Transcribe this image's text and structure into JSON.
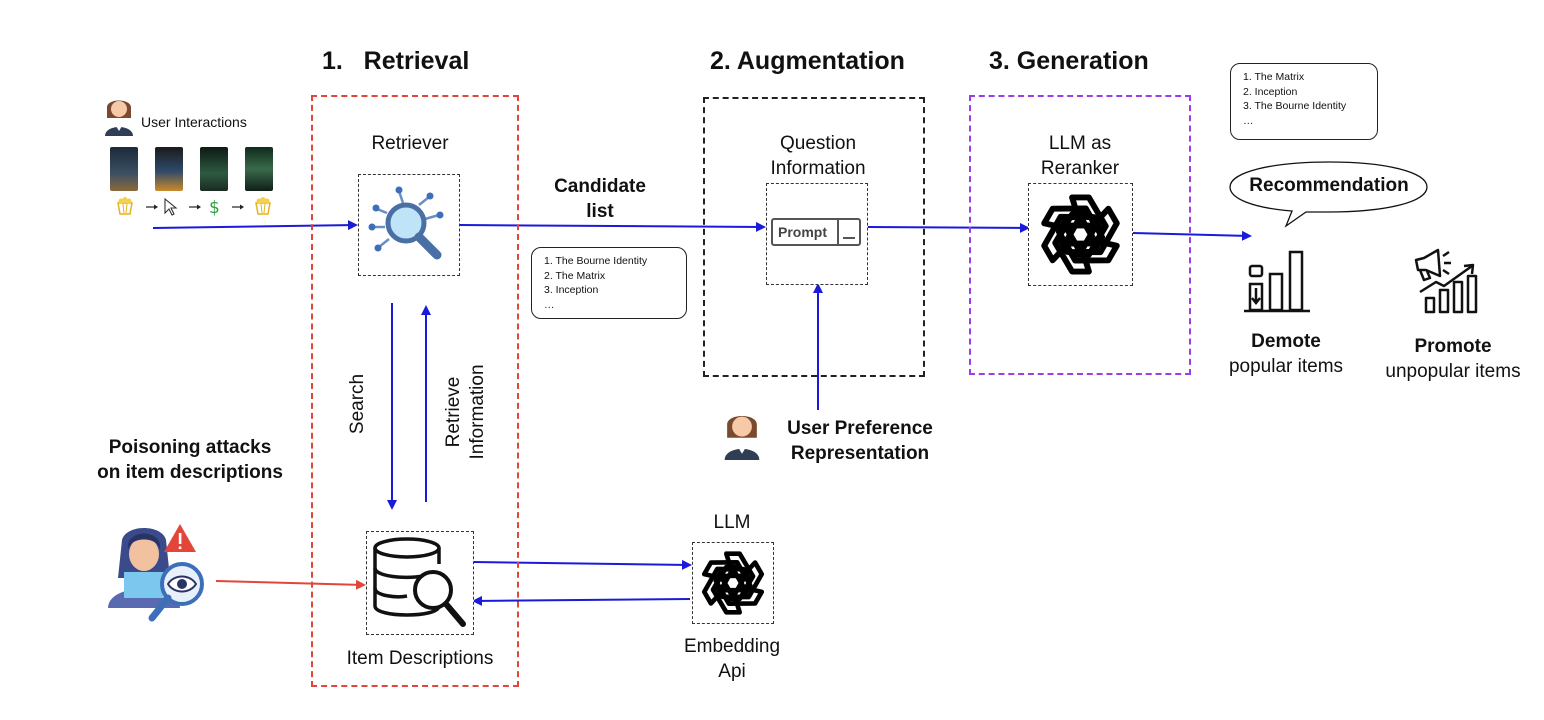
{
  "stages": {
    "retrieval": "1.   Retrieval",
    "augmentation": "2. Augmentation",
    "generation": "3. Generation"
  },
  "user_interactions": "User Interactions",
  "retriever": "Retriever",
  "candidate_list": {
    "line1": "Candidate",
    "line2": "list"
  },
  "candidate_note": [
    "1. The Bourne Identity",
    "2. The Matrix",
    "3. Inception",
    "…"
  ],
  "question_info": {
    "line1": "Question",
    "line2": "Information"
  },
  "prompt_label": "Prompt",
  "llm_reranker": {
    "line1": "LLM as",
    "line2": "Reranker"
  },
  "output_note": [
    "1. The Matrix",
    "2. Inception",
    "3. The Bourne Identity",
    "…"
  ],
  "recommendation": "Recommendation",
  "demote": {
    "title": "Demote",
    "sub": "popular items"
  },
  "promote": {
    "title": "Promote",
    "sub": "unpopular items"
  },
  "search": "Search",
  "retrieve_info": {
    "line1": "Retrieve",
    "line2": "Information"
  },
  "poisoning": {
    "line1": "Poisoning attacks",
    "line2": "on item descriptions"
  },
  "item_descriptions": "Item Descriptions",
  "llm": "LLM",
  "embedding_api": {
    "line1": "Embedding",
    "line2": "Api"
  },
  "user_pref": {
    "line1": "User Preference",
    "line2": "Representation"
  },
  "colors": {
    "retrieval_border": "#e0463a",
    "augmentation_border": "#222222",
    "generation_border": "#9b3de8",
    "flow_arrow": "#1a1adb",
    "attack_arrow": "#e0463a"
  },
  "icons": [
    "user-avatar-icon",
    "movie-poster-icon",
    "popcorn-icon",
    "cursor-icon",
    "dollar-icon",
    "retriever-search-icon",
    "database-search-icon",
    "openai-logo-icon",
    "hacker-icon",
    "warning-icon",
    "eye-magnifier-icon",
    "bar-chart-demote-icon",
    "megaphone-growth-icon"
  ]
}
